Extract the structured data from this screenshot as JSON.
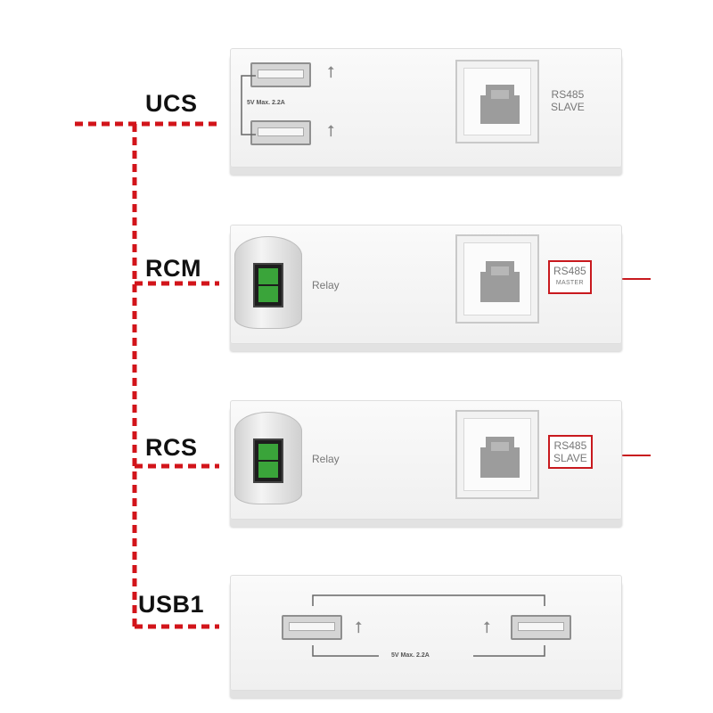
{
  "labels": {
    "ucs": "UCS",
    "rcm": "RCM",
    "rcs": "RCS",
    "usb1": "USB1"
  },
  "modules": {
    "ucs": {
      "usb_spec": "5V  Max. 2.2A",
      "rs485_line1": "RS485",
      "rs485_line2": "SLAVE"
    },
    "rcm": {
      "relay_label": "Relay",
      "rs485_line1": "RS485",
      "rs485_line2": "MASTER"
    },
    "rcs": {
      "relay_label": "Relay",
      "rs485_line1": "RS485",
      "rs485_line2": "SLAVE"
    },
    "usb1": {
      "usb_spec": "5V  Max. 2.2A"
    }
  },
  "icons": {
    "usb": "usb-icon",
    "rj45": "rj45-port-icon",
    "relay": "relay-icon"
  },
  "colors": {
    "bus_line": "#d2141a",
    "highlight_box": "#c8191e",
    "module_bg": "#f4f4f4"
  }
}
